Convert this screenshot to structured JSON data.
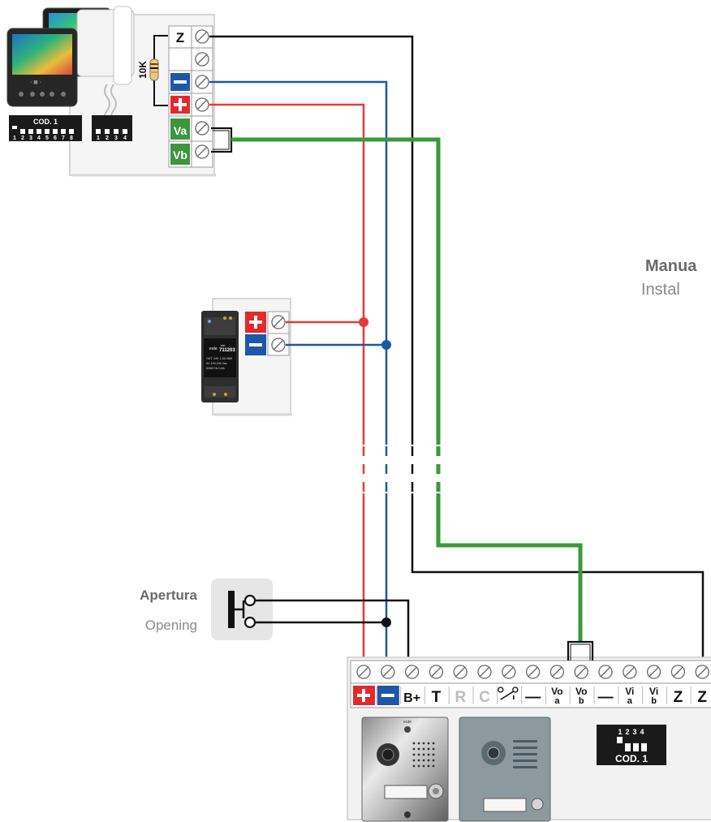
{
  "terminals_top": {
    "z": "Z",
    "minus": "−",
    "plus": "+",
    "va": "Va",
    "vb": "Vb"
  },
  "resistor": "10K",
  "monitor_dip": {
    "code": "COD. 1",
    "numbers_8": [
      "1",
      "2",
      "3",
      "4",
      "5",
      "6",
      "7",
      "8"
    ],
    "numbers_4": [
      "1",
      "2",
      "3",
      "4"
    ]
  },
  "psu": {
    "brand": "eute",
    "ref_label": "ref.",
    "ref": "711203",
    "spec_lines": [
      "OUT: 24V 1,5A 36W",
      "IN: 100-240 Vac",
      "50/60 Hz 0,8A"
    ]
  },
  "manual_title": "Manua",
  "manual_subtitle": "Instal",
  "opening": {
    "title": "Apertura",
    "subtitle": "Opening"
  },
  "panel_terminals": [
    "+",
    "−",
    "B+",
    "T",
    "R",
    "C",
    "relay",
    "—",
    "Vo a",
    "Vo b",
    "—",
    "Vi a",
    "Vi b",
    "Z",
    "Z"
  ],
  "panel_dip": {
    "numbers": [
      "1",
      "2",
      "3",
      "4"
    ],
    "code": "COD. 1"
  },
  "panel_brand": "eute",
  "colors": {
    "black": "#111111",
    "red": "#e53b3b",
    "blue": "#1e56a8",
    "green": "#3a9a3a",
    "terminal_red": "#e32a2a",
    "terminal_blue": "#1e56a8",
    "terminal_green": "#3c963c",
    "box_bg": "#f4f4f4",
    "box_border": "#cfcfcf"
  }
}
